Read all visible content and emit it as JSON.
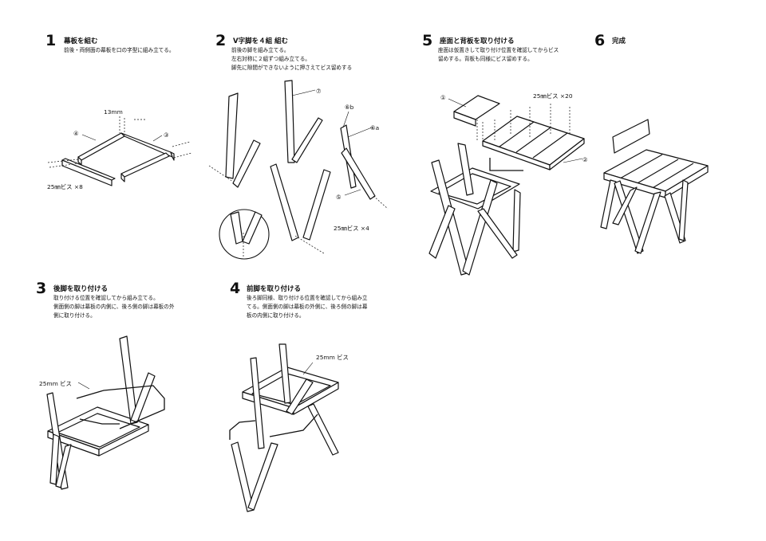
{
  "steps": [
    {
      "number": "1",
      "title": "幕板を組む",
      "desc": [
        "前後・両側面の幕板を口の字型に組み立てる。"
      ],
      "labels": {
        "dim": "13mm",
        "part4": "④",
        "part3": "③",
        "screw": "25㎜ビス ×8"
      }
    },
    {
      "number": "2",
      "title": "V字脚を４組 組む",
      "desc": [
        "前後の脚を組み立てる。",
        "左右対称に２組ずつ組み立てる。",
        "脚先に隙間ができないように押さえてビス留めする"
      ],
      "labels": {
        "part7": "⑦",
        "part6b": "⑥b",
        "part6a": "⑥a",
        "part5": "⑤",
        "screw": "25㎜ビス ×4"
      }
    },
    {
      "number": "5",
      "title": "座面と背板を取り付ける",
      "desc": [
        "座面は仮置きして取り付け位置を確認してからビス",
        "留めする。背板も同様にビス留めする。"
      ],
      "labels": {
        "part1": "①",
        "part2": "②",
        "screw": "25㎜ビス ×20"
      }
    },
    {
      "number": "6",
      "title": "完成",
      "desc": [],
      "labels": {}
    },
    {
      "number": "3",
      "title": "後脚を取り付ける",
      "desc": [
        "取り付ける位置を確認してから組み立てる。",
        "側面側の脚は幕板の内側に、後ろ側の脚は幕板の外",
        "側に取り付ける。"
      ],
      "labels": {
        "screw": "25mm ビス"
      }
    },
    {
      "number": "4",
      "title": "前脚を取り付ける",
      "desc": [
        "後ろ脚同様、取り付ける位置を確認してから組み立",
        "てる。側面側の脚は幕板の外側に、後ろ側の脚は幕",
        "板の内側に取り付ける。"
      ],
      "labels": {
        "screw": "25mm ビス"
      }
    }
  ]
}
